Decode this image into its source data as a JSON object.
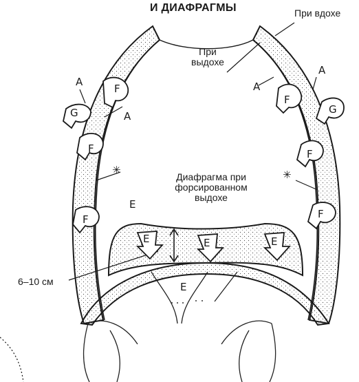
{
  "title": "И ДИАФРАГМЫ",
  "labels": {
    "inhale": "При вдохе",
    "exhale_line1": "При",
    "exhale_line2": "выдохе",
    "forced_line1": "Диафрагма при",
    "forced_line2": "форсированном",
    "forced_line3": "выдохе",
    "distance": "6–10 см"
  },
  "markers": {
    "A": "A",
    "G": "G",
    "F": "F",
    "E": "E",
    "star": "✳"
  }
}
